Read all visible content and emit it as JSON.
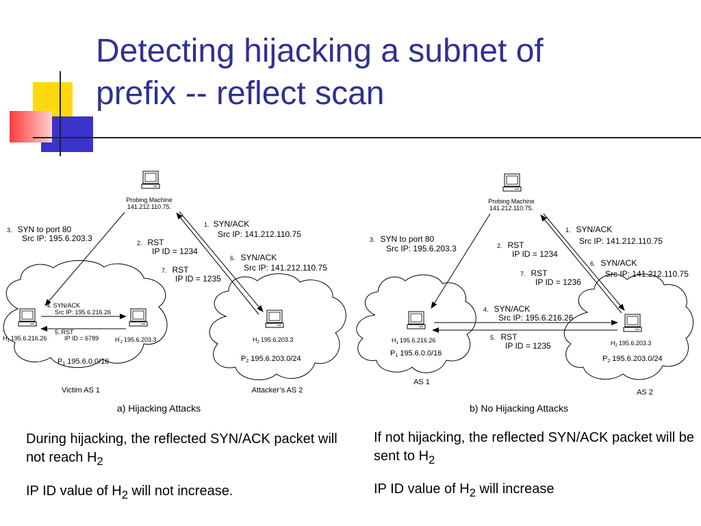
{
  "slide": {
    "title_line1": "Detecting hijacking a subnet of",
    "title_line2": "prefix -- reflect scan"
  },
  "diagram_a": {
    "probe_label": "Probing Machine",
    "probe_ip": "141.212.110.75.",
    "msg1_num": "1.",
    "msg1_title": "SYN/ACK",
    "msg1_src": "Src IP: 141.212.110.75",
    "msg2_num": "2.",
    "msg2_title": "RST",
    "msg2_ipid": "IP ID = 1234",
    "msg3_num": "3.",
    "msg3_title": "SYN to port 80",
    "msg3_src": "Src IP: 195.6.203.3",
    "msg6_num": "6.",
    "msg6_title": "SYN/ACK",
    "msg6_src": "Src IP: 141.212.110.75",
    "msg7_num": "7.",
    "msg7_title": "RST",
    "msg7_ipid": "IP ID = 1235",
    "msg4_num": "4.",
    "msg4_title": "SYN/ACK",
    "msg4_src": "Src IP: 195.6.216.26",
    "msg5_num": "5.",
    "msg5_title": "RST",
    "msg5_ipid": "IP ID = 6789",
    "h1_name": "H",
    "h1_sub": "1",
    "h1_ip": "195.6.216.26",
    "h2p_name": "H",
    "h2p_sup": "'",
    "h2p_sub": "2",
    "h2p_ip": "195.6.203.3",
    "p1_name": "P",
    "p1_sub": "1",
    "p1_prefix": "195.6.0.0/16",
    "h2_name": "H",
    "h2_sub": "2",
    "h2_ip": "195.6.203.3",
    "p2_name": "P",
    "p2_sub": "2",
    "p2_prefix": "195.6.203.0/24",
    "as_left": "Victim AS 1",
    "as_right": "Attacker’s AS 2",
    "caption": "a) Hijacking Attacks"
  },
  "diagram_b": {
    "probe_label": "Probing Machine",
    "probe_ip": "141.212.110.75.",
    "msg1_num": "1.",
    "msg1_title": "SYN/ACK",
    "msg1_src": "Src IP: 141.212.110.75",
    "msg2_num": "2.",
    "msg2_title": "RST",
    "msg2_ipid": "IP ID = 1234",
    "msg3_num": "3.",
    "msg3_title": "SYN to port 80",
    "msg3_src": "Src IP: 195.6.203.3",
    "msg6_num": "6.",
    "msg6_title": "SYN/ACK",
    "msg6_src": "Src IP: 141.212.110.75",
    "msg7_num": "7.",
    "msg7_title": "RST",
    "msg7_ipid": "IP ID = 1236",
    "msg4_num": "4.",
    "msg4_title": "SYN/ACK",
    "msg4_src": "Src IP: 195.6.216.26",
    "msg5_num": "5.",
    "msg5_title": "RST",
    "msg5_ipid": "IP ID = 1235",
    "h1_name": "H",
    "h1_sub": "1",
    "h1_ip": "195.6.216.26",
    "p1_name": "P",
    "p1_sub": "1",
    "p1_prefix": "195.6.0.0/16",
    "h2_name": "H",
    "h2_sub": "2",
    "h2_ip": "195.6.203.3",
    "p2_name": "P",
    "p2_sub": "2",
    "p2_prefix": "195.6.203.0/24",
    "as_left": "AS 1",
    "as_right": "AS 2",
    "caption": "b) No Hijacking Attacks"
  },
  "notes": {
    "left_1_text": "During hijacking, the reflected SYN/ACK packet will not reach H",
    "left_1_sub": "2",
    "left_2_pre": "IP ID value of H",
    "left_2_sub": "2",
    "left_2_post": " will not  increase.",
    "right_1_text": "If not hijacking, the reflected SYN/ACK packet will be sent to H",
    "right_1_sub": "2",
    "right_2_pre": "IP ID value of H",
    "right_2_sub": "2",
    "right_2_post": " will  increase"
  }
}
